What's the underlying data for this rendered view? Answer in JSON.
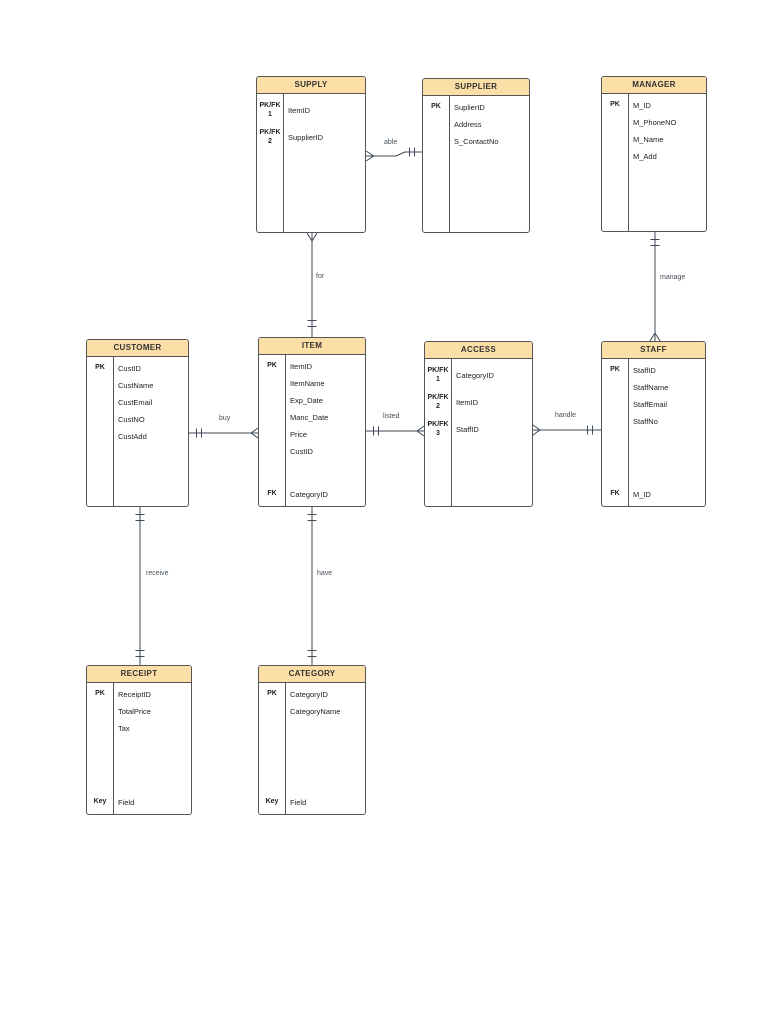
{
  "colors": {
    "header_fill": "#fbdfa6",
    "border_color": "#555555",
    "line_color": "#3e4a56"
  },
  "entities": [
    {
      "id": "supply",
      "title": "SUPPLY",
      "rows": [
        {
          "key": "PK/FK\n1",
          "field": "ItemID"
        },
        {
          "key": "PK/FK\n2",
          "field": "SupplierID"
        }
      ]
    },
    {
      "id": "supplier",
      "title": "SUPPLIER",
      "rows": [
        {
          "key": "PK",
          "field": "SuplierID"
        },
        {
          "key": "",
          "field": "Address"
        },
        {
          "key": "",
          "field": "S_ContactNo"
        }
      ]
    },
    {
      "id": "manager",
      "title": "MANAGER",
      "rows": [
        {
          "key": "PK",
          "field": "M_ID"
        },
        {
          "key": "",
          "field": "M_PhoneNO"
        },
        {
          "key": "",
          "field": "M_Name"
        },
        {
          "key": "",
          "field": "M_Add"
        }
      ]
    },
    {
      "id": "customer",
      "title": "CUSTOMER",
      "rows": [
        {
          "key": "PK",
          "field": "CustID"
        },
        {
          "key": "",
          "field": "CustName"
        },
        {
          "key": "",
          "field": "CustEmail"
        },
        {
          "key": "",
          "field": "CustNO"
        },
        {
          "key": "",
          "field": "CustAdd"
        }
      ]
    },
    {
      "id": "item",
      "title": "ITEM",
      "rows": [
        {
          "key": "PK",
          "field": "ItemID"
        },
        {
          "key": "",
          "field": "ItemName"
        },
        {
          "key": "",
          "field": "Exp_Date"
        },
        {
          "key": "",
          "field": "Manc_Date"
        },
        {
          "key": "",
          "field": "Price"
        },
        {
          "key": "",
          "field": "CustID"
        }
      ],
      "bottom_rows": [
        {
          "key": "FK",
          "field": "CategoryID"
        }
      ]
    },
    {
      "id": "access",
      "title": "ACCESS",
      "rows": [
        {
          "key": "PK/FK\n1",
          "field": "CategoryID"
        },
        {
          "key": "PK/FK\n2",
          "field": "ItemID"
        },
        {
          "key": "PK/FK\n3",
          "field": "StaffID"
        }
      ]
    },
    {
      "id": "staff",
      "title": "STAFF",
      "rows": [
        {
          "key": "PK",
          "field": "StaffID"
        },
        {
          "key": "",
          "field": "StaffName"
        },
        {
          "key": "",
          "field": "StaffEmail"
        },
        {
          "key": "",
          "field": "StaffNo"
        }
      ],
      "bottom_rows": [
        {
          "key": "FK",
          "field": "M_ID"
        }
      ]
    },
    {
      "id": "receipt",
      "title": "RECEIPT",
      "rows": [
        {
          "key": "PK",
          "field": "ReceiptID"
        },
        {
          "key": "",
          "field": "TotalPrice"
        },
        {
          "key": "",
          "field": "Tax"
        }
      ],
      "bottom_rows": [
        {
          "key": "Key",
          "field": "Field"
        }
      ]
    },
    {
      "id": "category",
      "title": "CATEGORY",
      "rows": [
        {
          "key": "PK",
          "field": "CategoryID"
        },
        {
          "key": "",
          "field": "CategoryName"
        }
      ],
      "bottom_rows": [
        {
          "key": "Key",
          "field": "Field"
        }
      ]
    }
  ],
  "relationships": [
    {
      "label": "able",
      "from": "SUPPLY",
      "to": "SUPPLIER",
      "from_cardinality": "many",
      "to_cardinality": "one and only one"
    },
    {
      "label": "for",
      "from": "SUPPLY",
      "to": "ITEM",
      "from_cardinality": "many",
      "to_cardinality": "one and only one"
    },
    {
      "label": "manage",
      "from": "MANAGER",
      "to": "STAFF",
      "from_cardinality": "one and only one",
      "to_cardinality": "many"
    },
    {
      "label": "buy",
      "from": "CUSTOMER",
      "to": "ITEM",
      "from_cardinality": "one and only one",
      "to_cardinality": "many"
    },
    {
      "label": "listed",
      "from": "ITEM",
      "to": "ACCESS",
      "from_cardinality": "one and only one",
      "to_cardinality": "many"
    },
    {
      "label": "handle",
      "from": "ACCESS",
      "to": "STAFF",
      "from_cardinality": "many",
      "to_cardinality": "one and only one"
    },
    {
      "label": "receive",
      "from": "CUSTOMER",
      "to": "RECEIPT",
      "from_cardinality": "one and only one",
      "to_cardinality": "one and only one"
    },
    {
      "label": "have",
      "from": "ITEM",
      "to": "CATEGORY",
      "from_cardinality": "one and only one",
      "to_cardinality": "one and only one"
    }
  ]
}
